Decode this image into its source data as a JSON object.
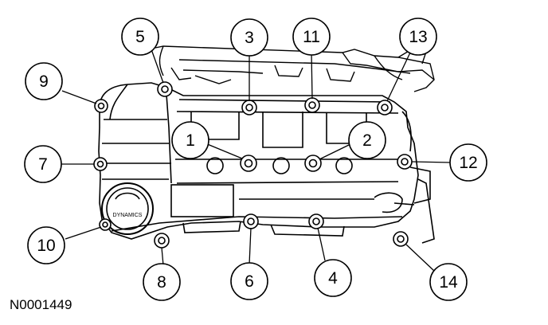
{
  "figure_reference": "N0001449",
  "callouts": [
    {
      "label": "1"
    },
    {
      "label": "2"
    },
    {
      "label": "3"
    },
    {
      "label": "4"
    },
    {
      "label": "5"
    },
    {
      "label": "6"
    },
    {
      "label": "7"
    },
    {
      "label": "8"
    },
    {
      "label": "9"
    },
    {
      "label": "10"
    },
    {
      "label": "11"
    },
    {
      "label": "12"
    },
    {
      "label": "13"
    },
    {
      "label": "14"
    }
  ],
  "cap_marking": "DYNAMICS",
  "colors": {
    "line": "#000000",
    "background": "#ffffff"
  }
}
